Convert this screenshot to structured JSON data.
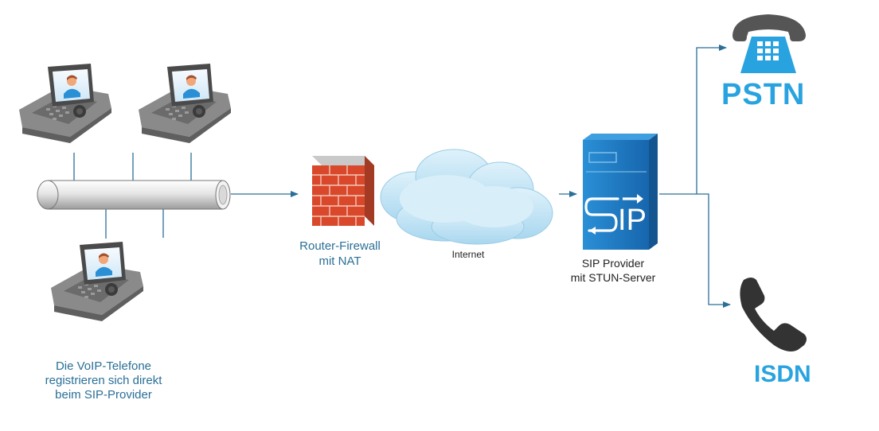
{
  "labels": {
    "router_line1": "Router-Firewall",
    "router_line2": "mit NAT",
    "internet": "Internet",
    "sip_line1": "SIP Provider",
    "sip_line2": "mit STUN-Server",
    "pstn": "PSTN",
    "isdn": "ISDN",
    "note_line1": "Die VoIP-Telefone",
    "note_line2": "registrieren sich direkt",
    "note_line3": "beim SIP-Provider",
    "server_logo": "IP"
  },
  "colors": {
    "line": "#2a6f97",
    "label_blue": "#2a6f97",
    "accent_blue": "#29a3e0",
    "server_blue": "#1e7ec8",
    "brick": "#d9482b",
    "cloud": "#bfe3f5"
  },
  "icons": [
    "video-phone-icon",
    "firewall-icon",
    "cloud-icon",
    "server-icon",
    "desk-phone-icon",
    "handset-icon"
  ]
}
